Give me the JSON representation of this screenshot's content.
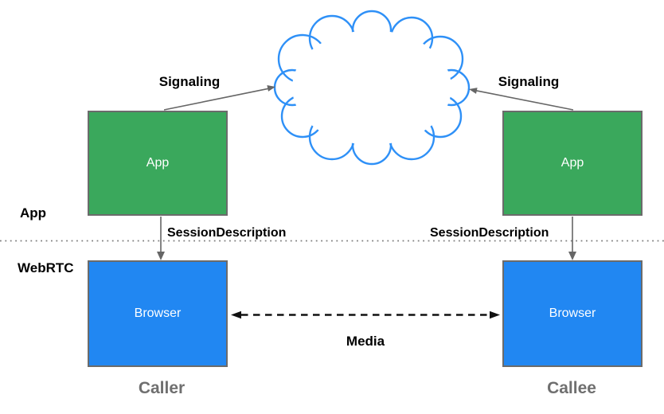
{
  "layers": {
    "app": "App",
    "webrtc": "WebRTC"
  },
  "nodes": {
    "caller_app": {
      "label": "App"
    },
    "callee_app": {
      "label": "App"
    },
    "caller_browser": {
      "label": "Browser"
    },
    "callee_browser": {
      "label": "Browser"
    }
  },
  "edges": {
    "signaling_left": {
      "label": "Signaling"
    },
    "signaling_right": {
      "label": "Signaling"
    },
    "session_description_left": {
      "label": "SessionDescription"
    },
    "session_description_right": {
      "label": "SessionDescription"
    },
    "media": {
      "label": "Media"
    }
  },
  "roles": {
    "caller": "Caller",
    "callee": "Callee"
  },
  "colors": {
    "app_green": "#3aa85c",
    "browser_blue": "#2187f2",
    "cloud_blue": "#2e90f7",
    "arrow_gray": "#666666",
    "media_black": "#111111",
    "border_gray": "#6b6b6b",
    "role_gray": "#6f6f6f",
    "dotted_line_gray": "#7d7d7d"
  }
}
